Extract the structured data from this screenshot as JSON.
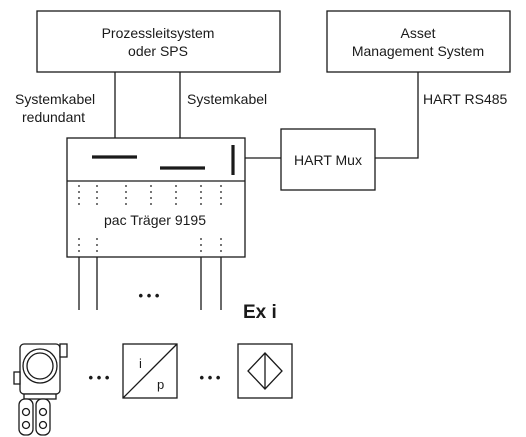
{
  "diagram": {
    "pls_line1": "Prozessleitsystem",
    "pls_line2": "oder SPS",
    "ams_line1": "Asset",
    "ams_line2": "Management System",
    "cable_redundant_line1": "Systemkabel",
    "cable_redundant_line2": "redundant",
    "cable_label": "Systemkabel",
    "hart_rs485": "HART RS485",
    "hart_mux": "HART Mux",
    "carrier_label": "pac Träger 9195",
    "ellipsis_top": "• • •",
    "ellipsis_left": "• • •",
    "ellipsis_right": "• • •",
    "ex_label": "Ex i",
    "converter_top": "i",
    "converter_bottom": "p"
  }
}
